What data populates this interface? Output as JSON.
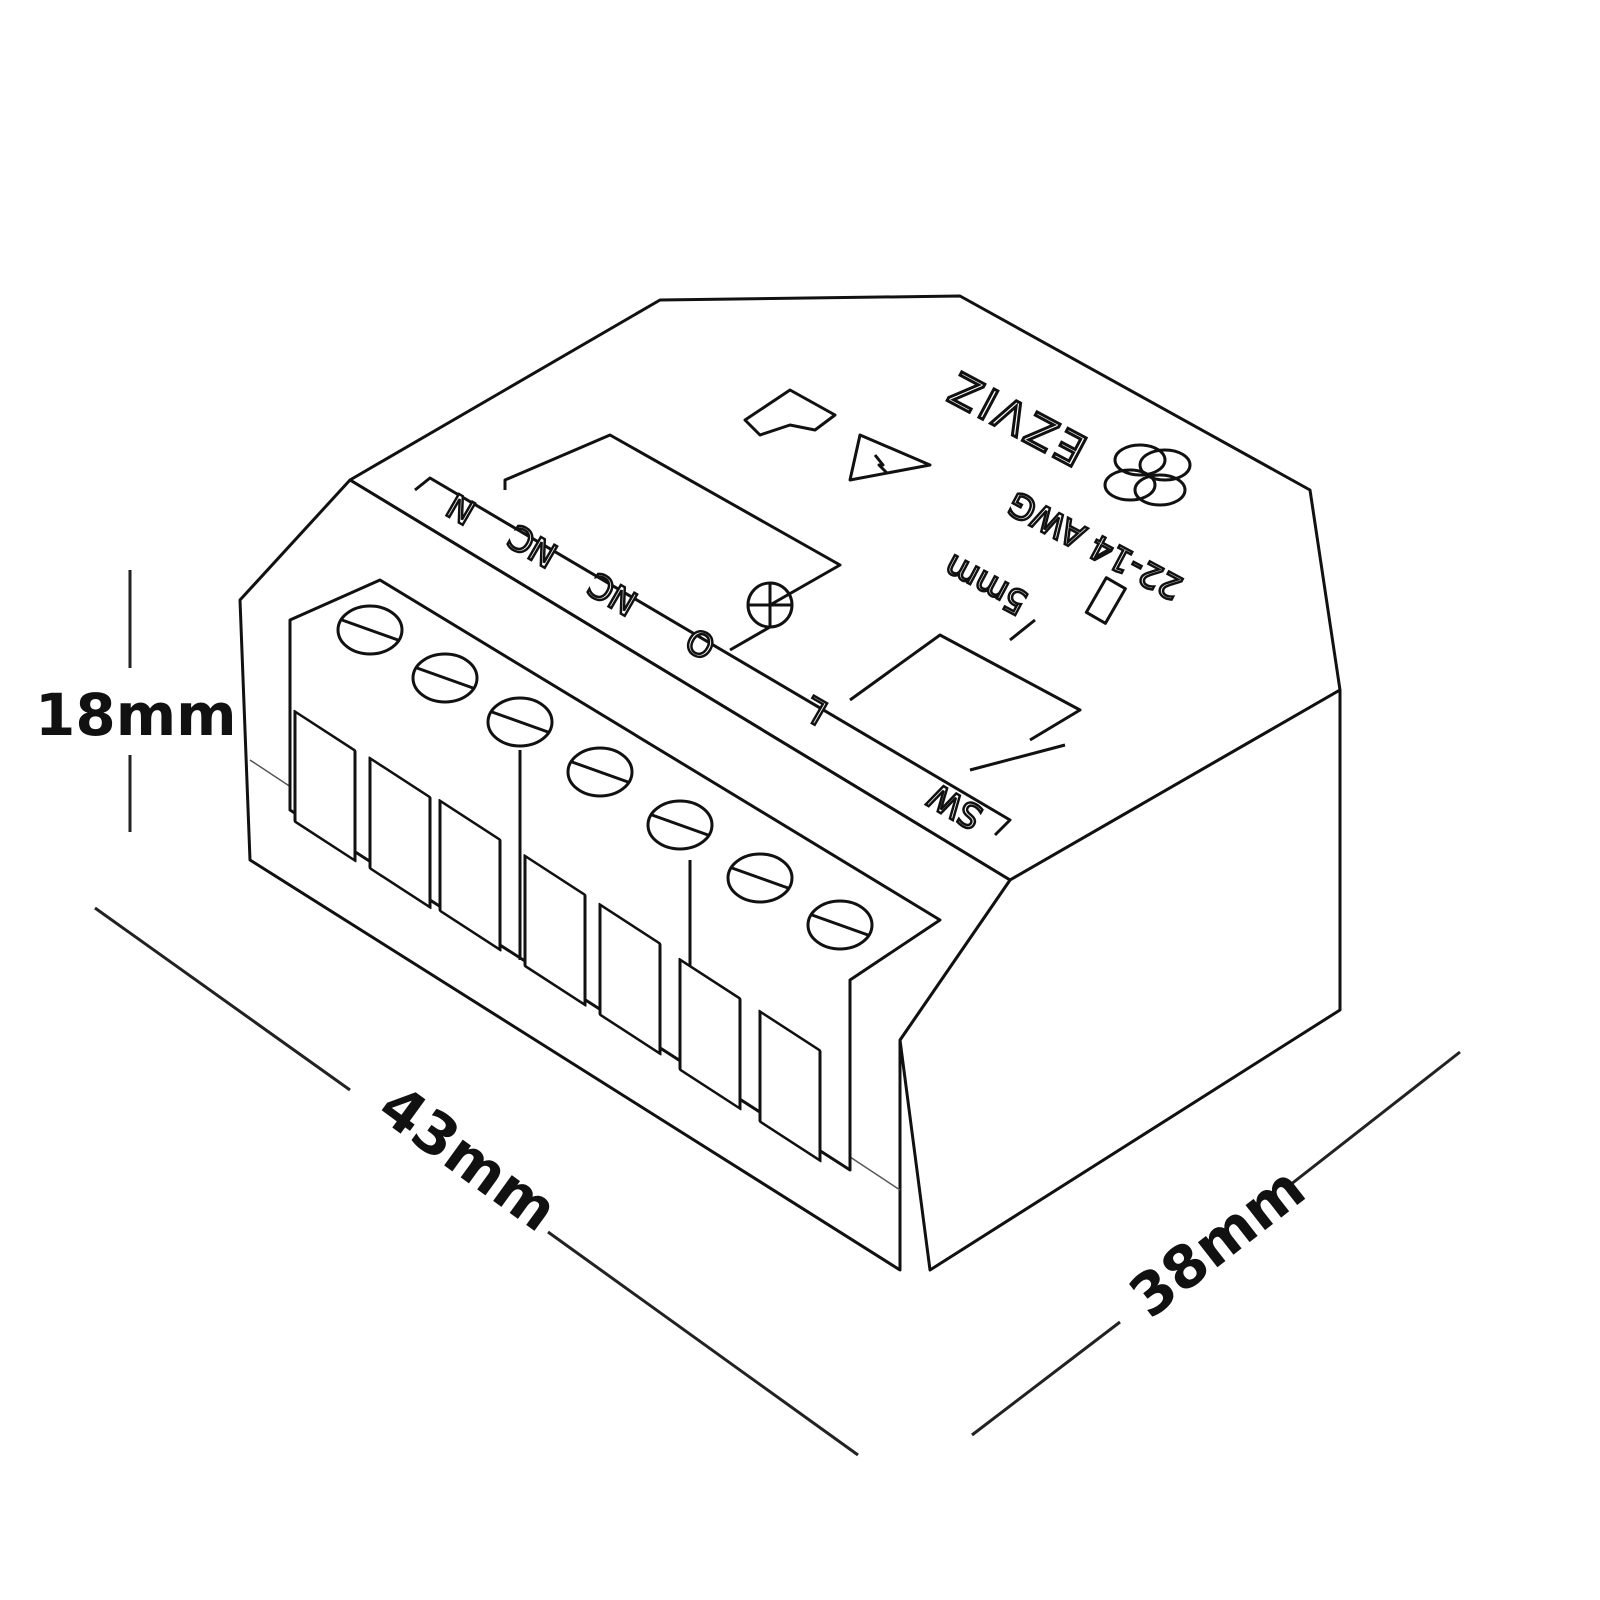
{
  "dimensions": {
    "height": "18mm",
    "length": "43mm",
    "width": "38mm"
  },
  "device": {
    "brand": "EZVIZ",
    "wire_gauge": "22-14 AWG",
    "strip_length": "5mm",
    "terminals": [
      "N",
      "NC",
      "NC",
      "O",
      "L",
      "SW"
    ]
  }
}
